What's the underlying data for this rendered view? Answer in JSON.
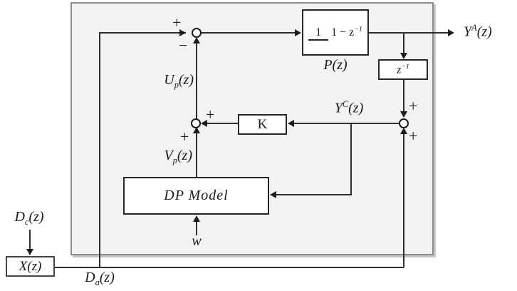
{
  "diagram": {
    "signals": {
      "up": {
        "base": "U",
        "sub": "p",
        "paren": "(z)"
      },
      "vp": {
        "base": "V",
        "sub": "p",
        "paren": "(z)"
      },
      "yc": {
        "base": "Y",
        "sup": "C",
        "paren": "(z)"
      },
      "ya": {
        "base": "Y",
        "sup": "A",
        "paren": "(z)"
      },
      "dc": {
        "base": "D",
        "sub": "c",
        "paren": "(z)"
      },
      "da": {
        "base": "D",
        "sub": "a",
        "paren": "(z)"
      },
      "w": "w"
    },
    "blocks": {
      "plant": {
        "num": "1",
        "den_base": "1 − z",
        "den_sup": "−1",
        "label_base": "P",
        "label_paren": "(z)"
      },
      "delay": {
        "base": "z",
        "sup": "−1"
      },
      "gain": "K",
      "dp_model": "DP Model",
      "x_filter": {
        "base": "X",
        "paren": "(z)"
      }
    },
    "signs": {
      "plus": "+",
      "minus": "−"
    }
  },
  "colors": {
    "panel_fill": "#f2f2f2",
    "panel_border": "#8c8c8c",
    "line": "#2e2e2e",
    "text": "#1c1c1c"
  }
}
